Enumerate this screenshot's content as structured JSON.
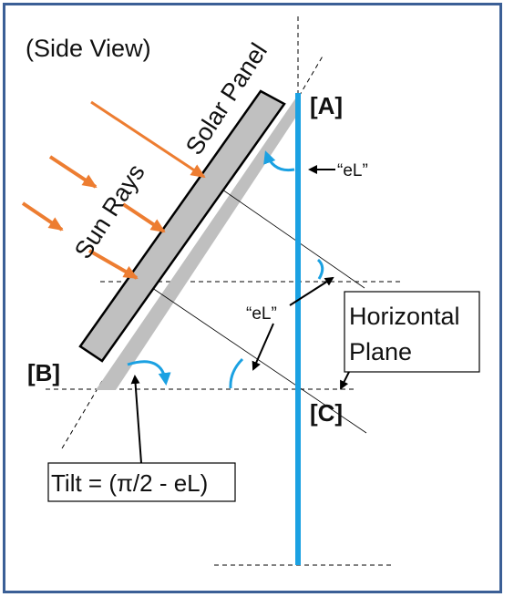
{
  "view_label": "(Side View)",
  "panel_label": "Solar Panel",
  "rays_label": "Sun Rays",
  "point_a": "[A]",
  "point_b": "[B]",
  "point_c": "[C]",
  "el_label_top": "“eL”",
  "el_label_mid": "“eL”",
  "horizontal_plane": [
    "Horizontal",
    "Plane"
  ],
  "tilt_formula": "Tilt = (π/2 - eL)",
  "colors": {
    "border": "#3b5f96",
    "sun_rays": "#ed7d31",
    "vertical_line": "#1ba1e2",
    "panel_fill": "#c0c0c0",
    "panel_shadow": "#bfbfbf"
  }
}
